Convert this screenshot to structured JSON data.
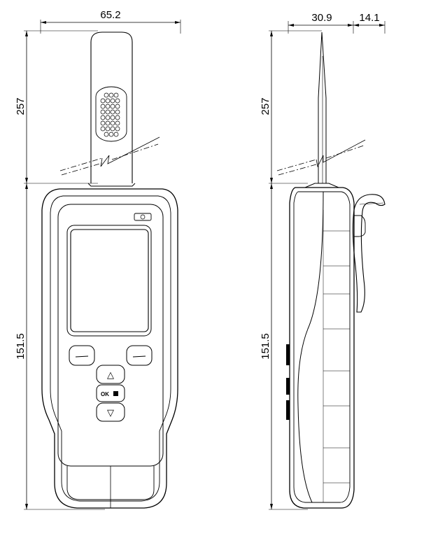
{
  "dimensions": {
    "front_width": "65.2",
    "front_probe_height": "257",
    "front_body_height": "151.5",
    "side_depth": "30.9",
    "side_clip_depth": "14.1",
    "side_probe_height": "257",
    "side_body_height": "151.5"
  },
  "buttons": {
    "ok_label": "OK",
    "up_glyph": "△",
    "down_glyph": "▽"
  },
  "colors": {
    "line": "#000000",
    "background": "#ffffff"
  }
}
